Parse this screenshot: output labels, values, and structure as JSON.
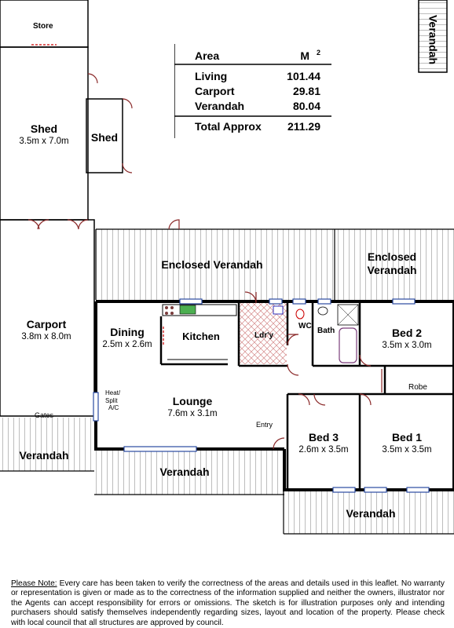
{
  "area_table": {
    "header_area": "Area",
    "header_unit": "M",
    "header_unit_sup": "2",
    "rows": [
      {
        "label": "Living",
        "value": "101.44"
      },
      {
        "label": "Carport",
        "value": "29.81"
      },
      {
        "label": "Verandah",
        "value": "80.04"
      }
    ],
    "total_label": "Total Approx",
    "total_value": "211.29"
  },
  "rooms": {
    "store": {
      "name": "Store"
    },
    "shed_main": {
      "name": "Shed",
      "dims": "3.5m x 7.0m"
    },
    "shed_small": {
      "name": "Shed"
    },
    "carport": {
      "name": "Carport",
      "dims": "3.8m x 8.0m"
    },
    "gates": {
      "name": "Gates"
    },
    "verandah_left": {
      "name": "Verandah"
    },
    "verandah_top_right": {
      "name": "Verandah"
    },
    "enclosed_verandah": {
      "name": "Enclosed Verandah"
    },
    "enclosed_verandah_right": {
      "name_line1": "Enclosed",
      "name_line2": "Verandah"
    },
    "dining": {
      "name": "Dining",
      "dims": "2.5m x 2.6m"
    },
    "kitchen": {
      "name": "Kitchen"
    },
    "laundry": {
      "name": "Ldr'y"
    },
    "wc": {
      "name": "WC"
    },
    "bath": {
      "name": "Bath"
    },
    "bed2": {
      "name": "Bed 2",
      "dims": "3.5m x 3.0m"
    },
    "robe": {
      "name": "Robe"
    },
    "lounge": {
      "name": "Lounge",
      "dims": "7.6m x 3.1m"
    },
    "heat": {
      "line1": "Heat/",
      "line2": "Split",
      "line3": "A/C"
    },
    "entry": {
      "name": "Entry"
    },
    "bed3": {
      "name": "Bed 3",
      "dims": "2.6m x 3.5m"
    },
    "bed1": {
      "name": "Bed 1",
      "dims": "3.5m x 3.5m"
    },
    "verandah_front": {
      "name": "Verandah"
    },
    "verandah_bottom_right": {
      "name": "Verandah"
    }
  },
  "note": {
    "heading": "Please Note:",
    "text": "Every care has been taken to verify the correctness of the areas and details used in this leaflet. No warranty or representation is given or made as to the correctness of the information supplied and neither the owners, illustrator nor the Agents can accept responsibility for errors or omissions. The sketch is for illustration purposes only and intending purchasers should satisfy themselves independently regarding sizes, layout and location of the property. Please check with local council that all structures are approved by council."
  }
}
